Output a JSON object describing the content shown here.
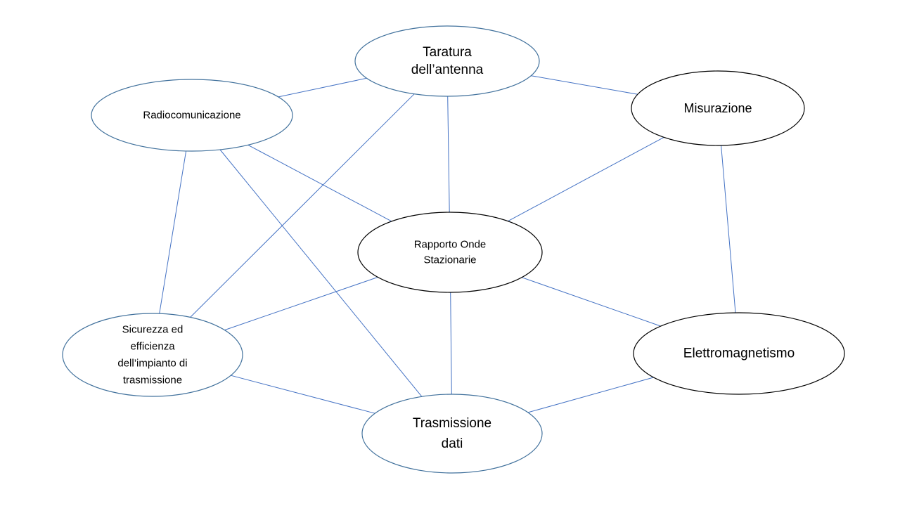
{
  "colors": {
    "edge": "#4472C4",
    "blue_node_border": "#41719C",
    "dark_node_border": "#000000",
    "node_fill": "#ffffff",
    "text": "#000000"
  },
  "nodes": {
    "taratura": {
      "lines": [
        "Taratura",
        "dell’antenna"
      ]
    },
    "radiocomunicazione": {
      "lines": [
        "Radiocomunicazione"
      ]
    },
    "misurazione": {
      "lines": [
        "Misurazione"
      ]
    },
    "rapporto": {
      "lines": [
        "Rapporto Onde",
        "Stazionarie"
      ]
    },
    "sicurezza": {
      "lines": [
        "Sicurezza ed",
        "efficienza",
        "dell’impianto di",
        "trasmissione"
      ]
    },
    "elettromagnetismo": {
      "lines": [
        "Elettromagnetismo"
      ]
    },
    "trasmissione": {
      "lines": [
        "Trasmissione",
        "dati"
      ]
    }
  },
  "edges": [
    [
      "radiocomunicazione",
      "taratura"
    ],
    [
      "taratura",
      "misurazione"
    ],
    [
      "taratura",
      "rapporto"
    ],
    [
      "taratura",
      "sicurezza"
    ],
    [
      "radiocomunicazione",
      "rapporto"
    ],
    [
      "radiocomunicazione",
      "sicurezza"
    ],
    [
      "radiocomunicazione",
      "trasmissione"
    ],
    [
      "misurazione",
      "rapporto"
    ],
    [
      "misurazione",
      "elettromagnetismo"
    ],
    [
      "rapporto",
      "elettromagnetismo"
    ],
    [
      "rapporto",
      "sicurezza"
    ],
    [
      "rapporto",
      "trasmissione"
    ],
    [
      "sicurezza",
      "trasmissione"
    ],
    [
      "elettromagnetismo",
      "trasmissione"
    ]
  ]
}
